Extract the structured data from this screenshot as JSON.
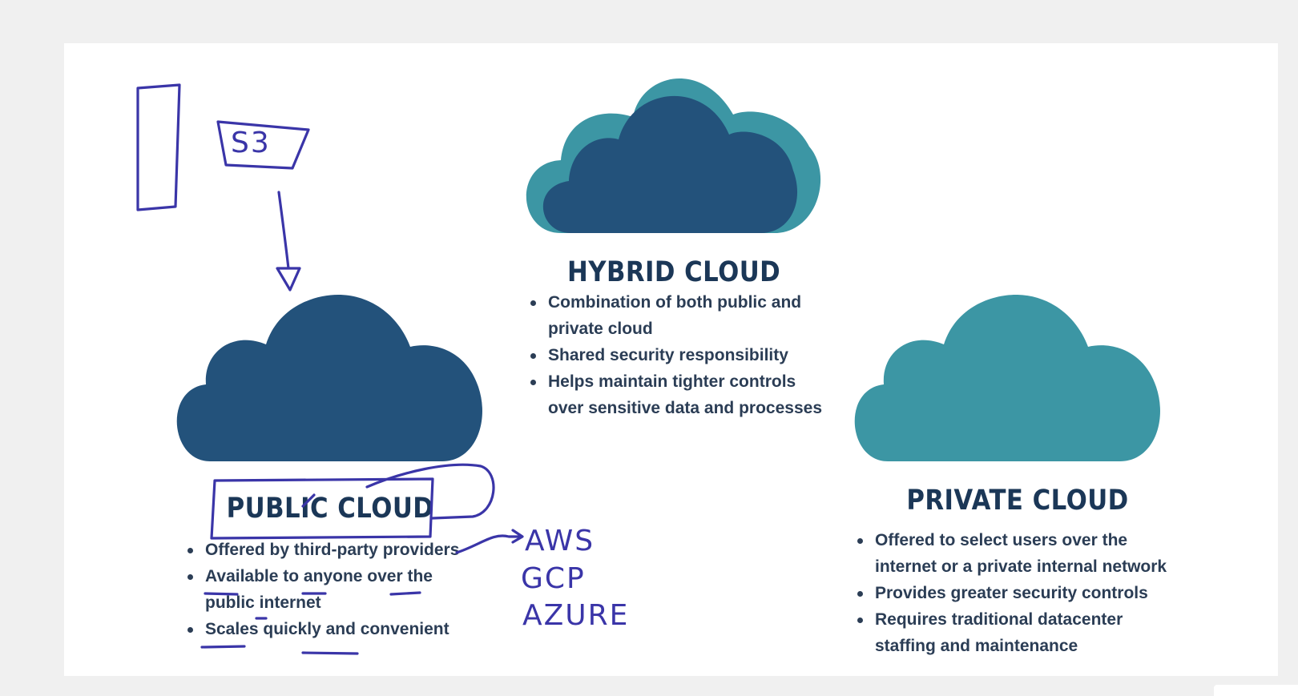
{
  "hybrid": {
    "title": "HYBRID CLOUD",
    "bullets": [
      "Combination of both public and private cloud",
      "Shared security responsibility",
      "Helps maintain tighter controls over sensitive data and processes"
    ],
    "colors": {
      "outer": "#3c96a4",
      "inner": "#23527b"
    }
  },
  "public": {
    "title": "PUBLIC CLOUD",
    "bullets": [
      "Offered by third-party providers",
      "Available to anyone over the public internet",
      "Scales quickly and convenient"
    ],
    "color": "#23527b"
  },
  "private": {
    "title": "PRIVATE CLOUD",
    "bullets": [
      "Offered to select users over the internet or a private internal network",
      "Provides greater security controls",
      "Requires traditional datacenter staffing and maintenance"
    ],
    "color": "#3c96a4"
  },
  "annotations": {
    "s3": "S3",
    "providers": [
      "AWS",
      "GCP",
      "AZURE"
    ],
    "ink_color": "#3a35a8"
  }
}
